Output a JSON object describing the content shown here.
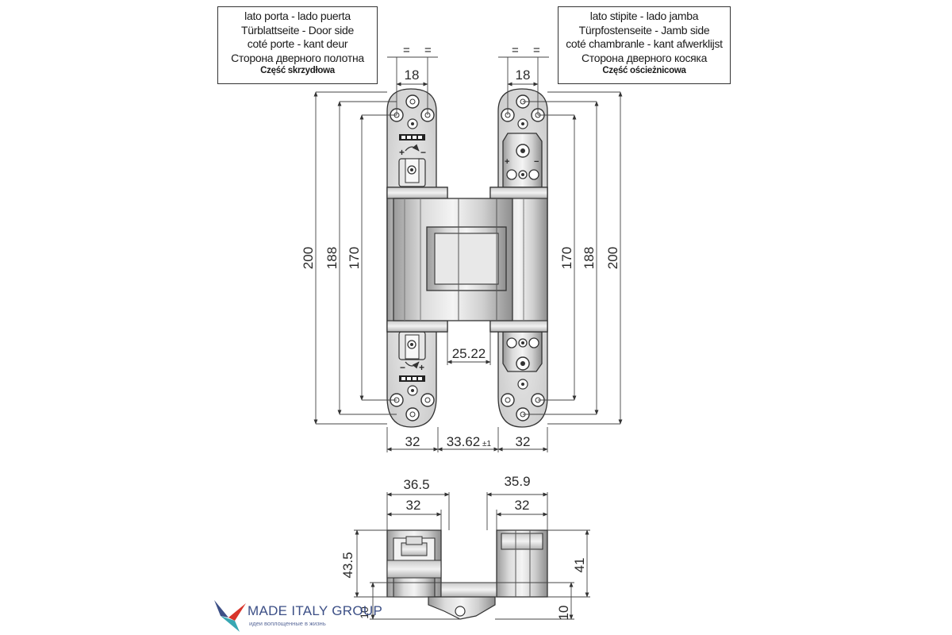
{
  "labels": {
    "door": [
      "lato porta - lado puerta",
      "Türblattseite - Door side",
      "coté porte - kant deur",
      "Сторона дверного полотна",
      "Część skrzydłowa"
    ],
    "jamb": [
      "lato stipite - lado jamba",
      "Türpfostenseite - Jamb side",
      "coté chambranle - kant afwerklijst",
      "Сторона дверного косяка",
      "Część ościeżnicowa"
    ]
  },
  "dimensions": {
    "top_width_left": "18",
    "top_width_right": "18",
    "height_200_left": "200",
    "height_188_left": "188",
    "height_170_left": "170",
    "height_170_right": "170",
    "height_188_right": "188",
    "height_200_right": "200",
    "gap": "25.22",
    "bottom_left": "32",
    "bottom_mid": "33.62",
    "bottom_mid_tol": "±1",
    "bottom_right": "32",
    "section_left_outer": "36.5",
    "section_left_inner": "32",
    "section_right_outer": "35.9",
    "section_right_inner": "32",
    "section_left_height": "43.5",
    "section_left_offset": "10",
    "section_right_height": "41",
    "section_right_offset": "10",
    "equal_marks": [
      "=",
      "=",
      "=",
      "="
    ]
  },
  "symbols": {
    "plus": "+",
    "minus": "−"
  },
  "brand": {
    "name": "MADE ITALY GROUP",
    "tagline": "идеи воплощенные в жизнь",
    "colors": {
      "blue": "#3c4f86",
      "red": "#d8342a",
      "teal": "#37a7b3"
    }
  }
}
